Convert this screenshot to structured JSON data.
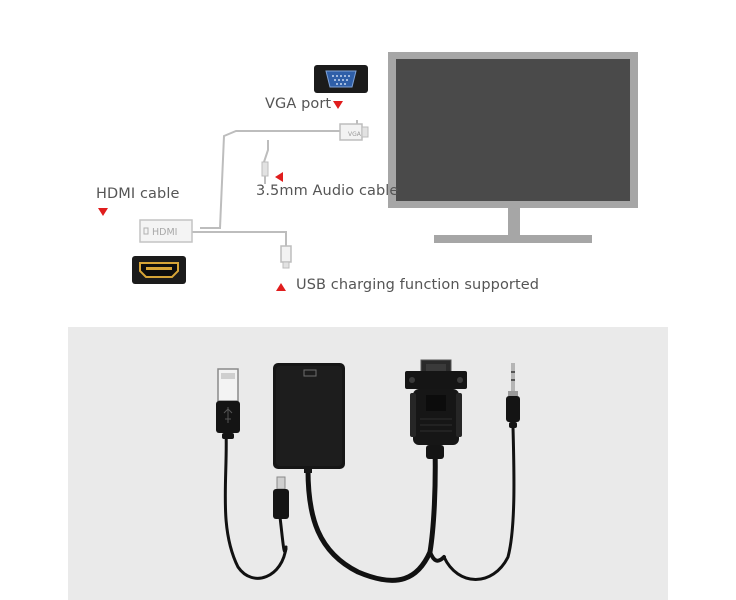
{
  "labels": {
    "vga_port": "VGA port",
    "hdmi_cable": "HDMI cable",
    "audio_cable": "3.5mm Audio cable",
    "usb_charging": "USB charging function supported",
    "hdmi_plug_text": "HDMI",
    "vga_plug_text": "VGA"
  },
  "colors": {
    "accent_arrow": "#e01d1d",
    "monitor_frame": "#a6a6a6",
    "monitor_screen": "#4a4a4a",
    "diagram_line": "#bdbdbd",
    "photo_background": "#eaeaea",
    "cable_black": "#111111"
  },
  "icons": {
    "vga_port": "vga-port-icon",
    "hdmi_port": "hdmi-port-icon",
    "monitor": "monitor-icon",
    "usb_plug": "usb-plug-icon",
    "audio_jack": "audio-jack-icon"
  }
}
